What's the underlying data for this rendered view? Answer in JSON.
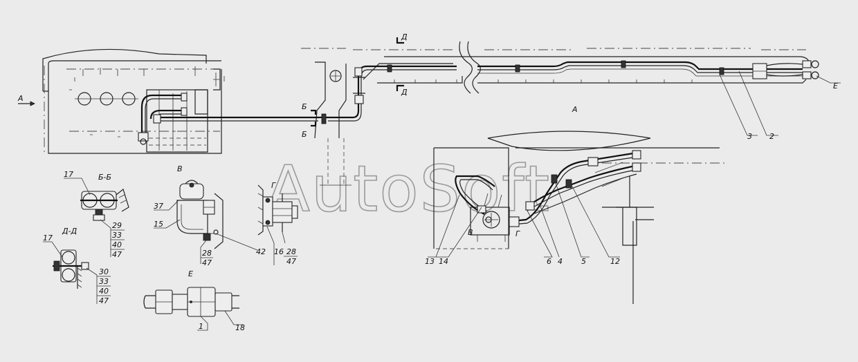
{
  "watermark": "AutoSoft",
  "section_labels": {
    "a_arrow": "A",
    "a_view": "A",
    "b_upper": "Б",
    "b_lower": "Б",
    "d_upper": "Д",
    "d_lower": "Д",
    "e_mark": "Е",
    "bb_title": "Б-Б",
    "dd_title": "Д-Д",
    "v_title": "В",
    "g_title": "Г",
    "e_title": "Е",
    "v_mark": "В",
    "g_mark": "Г"
  },
  "callouts": {
    "c1": "1",
    "c2": "2",
    "c3": "3",
    "c4": "4",
    "c5": "5",
    "c6": "6",
    "c12": "12",
    "c13": "13",
    "c14": "14",
    "c15": "15",
    "c17a": "17",
    "c17b": "17",
    "c18": "18",
    "c37": "37",
    "c42": "42",
    "stack_bb": [
      "29",
      "33",
      "40",
      "47"
    ],
    "stack_dd": [
      "30",
      "33",
      "40",
      "47"
    ],
    "stack_v": [
      "28",
      "47"
    ],
    "stack_g": [
      "16",
      "28",
      "47"
    ]
  }
}
